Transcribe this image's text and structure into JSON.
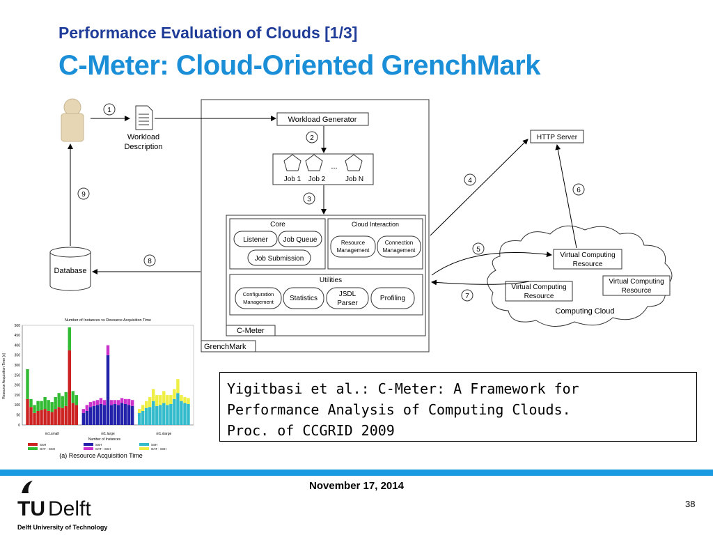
{
  "slide": {
    "title_line1": "Performance Evaluation of Clouds [1/3]",
    "title_line2": "C-Meter: Cloud-Oriented GrenchMark",
    "date": "November 17, 2014",
    "page_number": "38",
    "colors": {
      "title1": "#1f3c99",
      "title2": "#1a8fd8",
      "accent_bar": "#1a9ae0"
    }
  },
  "citation": {
    "line1": "Yigitbasi et al.: C-Meter: A Framework for",
    "line2": "Performance Analysis of Computing Clouds.",
    "line3": "Proc. of CCGRID 2009"
  },
  "logo": {
    "brand_tu": "TU",
    "brand_delft": "Delft",
    "university": "Delft University of Technology"
  },
  "diagram": {
    "steps": [
      "1",
      "2",
      "3",
      "4",
      "5",
      "6",
      "7",
      "8",
      "9"
    ],
    "workload_desc_l1": "Workload",
    "workload_desc_l2": "Description",
    "database": "Database",
    "workload_generator": "Workload Generator",
    "job1": "Job 1",
    "job2": "Job 2",
    "ellipsis": "...",
    "jobn": "Job N",
    "core": "Core",
    "listener": "Listener",
    "job_queue": "Job Queue",
    "job_submission": "Job Submission",
    "cloud_interaction": "Cloud Interaction",
    "resource_mgmt_l1": "Resource",
    "resource_mgmt_l2": "Management",
    "connection_mgmt_l1": "Connection",
    "connection_mgmt_l2": "Management",
    "utilities": "Utilities",
    "config_mgmt_l1": "Configuration",
    "config_mgmt_l2": "Management",
    "statistics": "Statistics",
    "jsdl_l1": "JSDL",
    "jsdl_l2": "Parser",
    "profiling": "Profiling",
    "cmeter": "C-Meter",
    "grenchmark": "GrenchMark",
    "http_server": "HTTP Server",
    "vcr_l1": "Virtual Computing",
    "vcr_l2": "Resource",
    "computing_cloud": "Computing Cloud"
  },
  "chart_data": {
    "type": "bar",
    "title": "Number of Instances vs Resource Acquisition Time",
    "ylabel": "Resource Acquisition Time [s]",
    "xlabel": "Number of Instances",
    "ylim": [
      0,
      500
    ],
    "yticks": [
      0,
      50,
      100,
      150,
      200,
      250,
      300,
      350,
      400,
      450,
      500
    ],
    "groups": [
      {
        "name": "m1.small",
        "series": [
          {
            "name": "SSH",
            "color": "#cc2222",
            "values": [
              130,
              90,
              60,
              70,
              75,
              80,
              70,
              65,
              80,
              90,
              85,
              95,
              375,
              110,
              100
            ]
          },
          {
            "name": "OAT - SSH",
            "color": "#33bb33",
            "values": [
              150,
              40,
              40,
              50,
              45,
              60,
              55,
              50,
              60,
              70,
              60,
              70,
              115,
              60,
              50
            ]
          }
        ]
      },
      {
        "name": "m1.large",
        "series": [
          {
            "name": "SSH",
            "color": "#2222aa",
            "values": [
              60,
              70,
              90,
              95,
              100,
              105,
              100,
              350,
              100,
              105,
              100,
              110,
              105,
              100,
              95
            ]
          },
          {
            "name": "OAT - SSH",
            "color": "#cc33cc",
            "values": [
              20,
              30,
              25,
              25,
              25,
              30,
              25,
              50,
              25,
              20,
              25,
              25,
              25,
              30,
              30
            ]
          }
        ]
      },
      {
        "name": "m1.xlarge",
        "series": [
          {
            "name": "SSH",
            "color": "#33bbcc",
            "values": [
              60,
              70,
              85,
              90,
              120,
              95,
              100,
              110,
              100,
              105,
              130,
              160,
              120,
              110,
              105
            ]
          },
          {
            "name": "OAT - SSH",
            "color": "#eeee44",
            "values": [
              20,
              30,
              35,
              50,
              60,
              55,
              50,
              60,
              50,
              45,
              50,
              70,
              30,
              30,
              30
            ]
          }
        ]
      }
    ],
    "caption": "(a)  Resource  Acquisition  Time"
  }
}
